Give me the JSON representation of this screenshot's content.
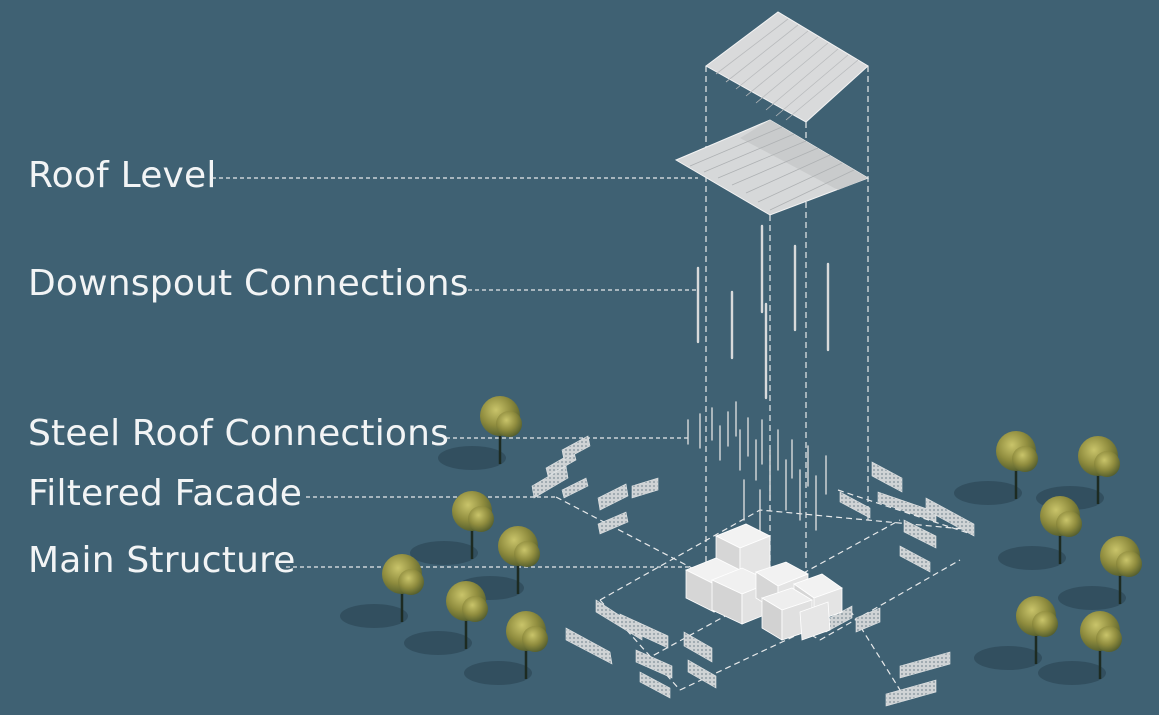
{
  "diagram": {
    "labels": {
      "roof_level": "Roof Level",
      "downspout_connections": "Downspout Connections",
      "steel_roof_connections": "Steel Roof Connections",
      "filtered_facade": "Filtered Facade",
      "main_structure": "Main Structure"
    },
    "colors": {
      "background": "#3f6173",
      "text": "#f2f4f5",
      "roof_panel": "#d9dadb",
      "roof_lines": "#b9bbbd",
      "guide_lines": "#e8eaeb",
      "boxes": "#e6e6e6",
      "tree_foliage": "#8a8a3a",
      "tree_shadow": "#2f4b5a"
    }
  }
}
